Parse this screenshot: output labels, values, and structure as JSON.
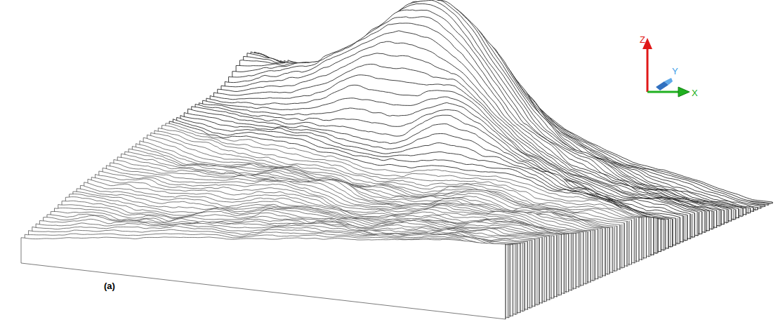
{
  "diagram": {
    "labels": [
      "Z",
      "Y",
      "X",
      "(a)"
    ]
  }
}
